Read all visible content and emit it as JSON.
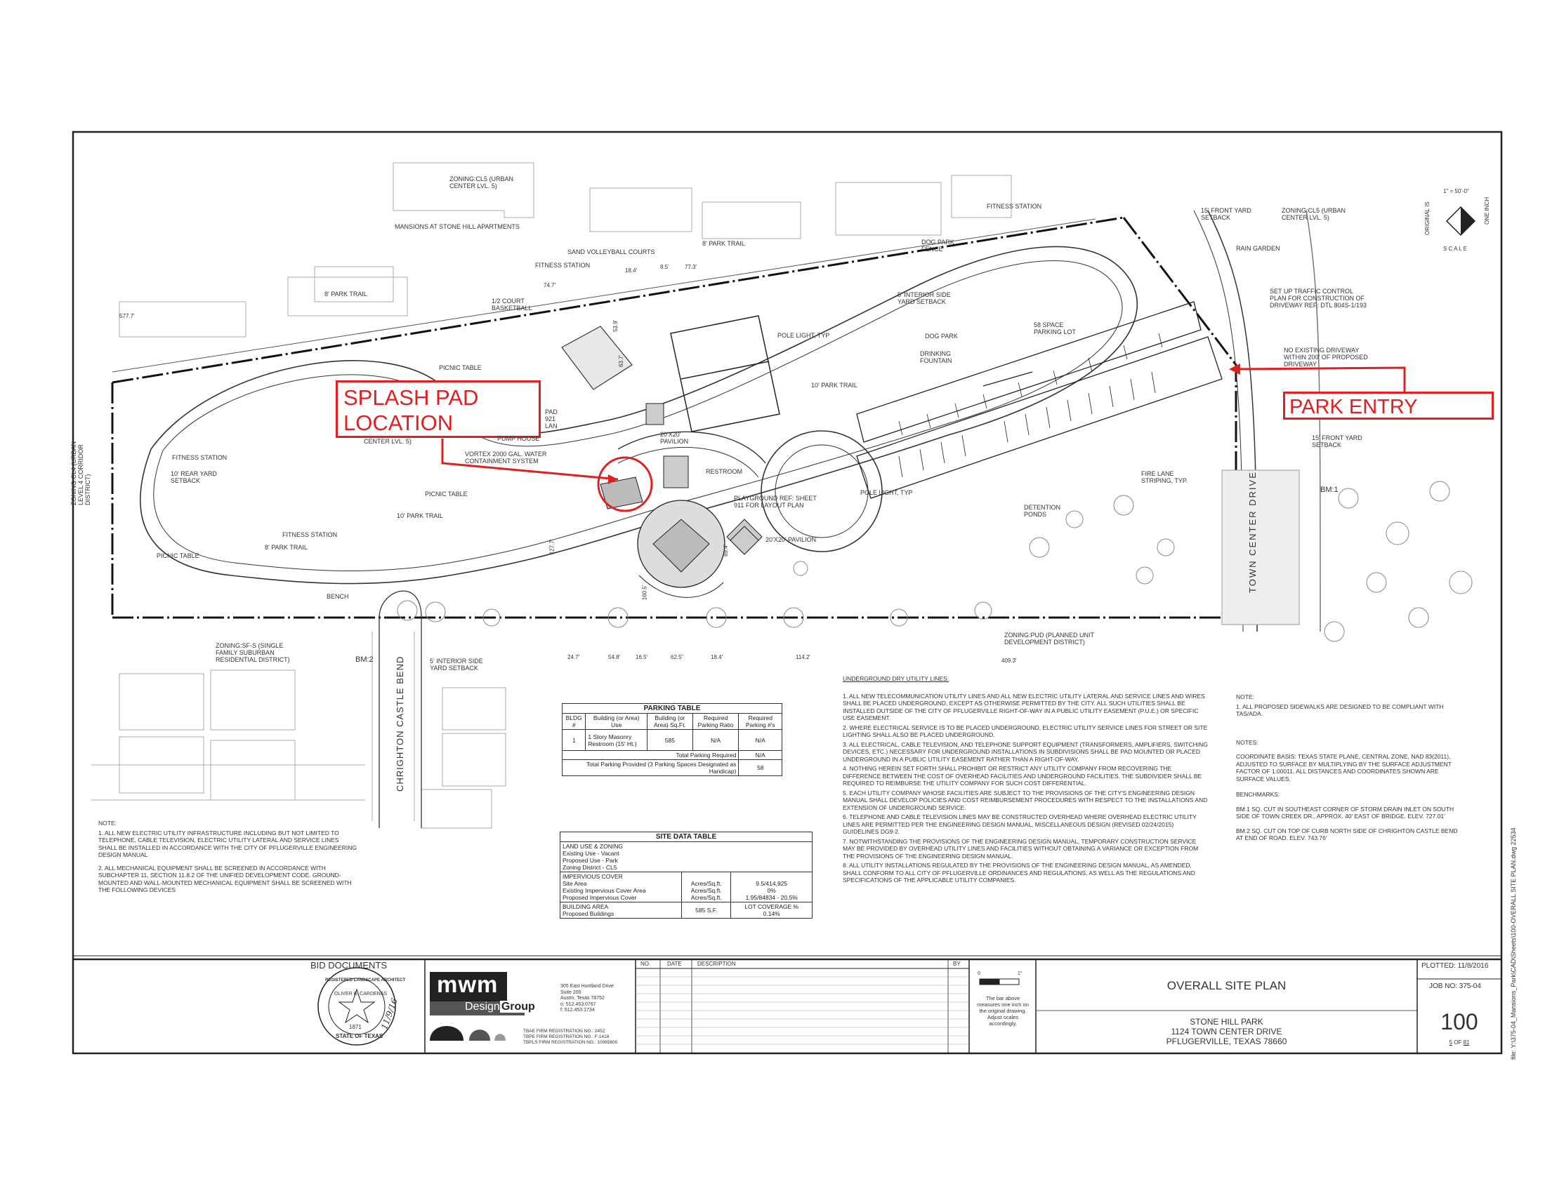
{
  "callouts": {
    "splash_pad_line1": "SPLASH PAD",
    "splash_pad_line2": "LOCATION",
    "park_entry": "PARK ENTRY"
  },
  "plan_labels": {
    "zoning_cl5_north": "ZONING:CL5 (URBAN CENTER LVL. 5)",
    "mansions": "MANSIONS AT STONE HILL APARTMENTS",
    "sand_volleyball": "SAND VOLLEYBALL COURTS",
    "fitness_station_1": "FITNESS STATION",
    "park_trail_8_top": "8' PARK TRAIL",
    "park_trail_8_left": "8' PARK TRAIL",
    "half_court": "1/2 COURT BASKETBALL",
    "fitness_station_top": "FITNESS STATION",
    "front_setback_top": "15' FRONT YARD SETBACK",
    "zoning_cl5_ne": "ZONING:CL5 (URBAN CENTER LVL. 5)",
    "dog_park_fence": "DOG PARK FENCE",
    "rain_garden": "RAIN GARDEN",
    "interior_setback_top": "5' INTERIOR SIDE YARD SETBACK",
    "traffic_control": "SET UP TRAFFIC CONTROL PLAN FOR CONSTRUCTION OF DRIVEWAY REF: DTL 804S-1/193",
    "pole_light_1": "POLE LIGHT, TYP",
    "dog_park": "DOG PARK",
    "parking_lot": "58 SPACE PARKING LOT",
    "drinking_fountain": "DRINKING FOUNTAIN",
    "no_driveway": "NO EXISTING DRIVEWAY WITHIN 200' OF PROPOSED DRIVEWAY",
    "picnic_table_1": "PICNIC TABLE",
    "park_trail_10_mid": "10' PARK TRAIL",
    "front_setback_right": "15' FRONT YARD SETBACK",
    "zoning_cl4": "ZONING:CL4 (URBAN LEVEL 4 CORRIDOR DISTRICT)",
    "fitness_station_left": "FITNESS STATION",
    "rear_setback": "10' REAR YARD SETBACK",
    "pad_ref": "PAD 921 LAN",
    "pump_house": "PUMP HOUSE",
    "center_lvl5": "CENTER LVL. 5)",
    "vortex": "VORTEX 2000 GAL. WATER CONTAINMENT SYSTEM",
    "pavilion_top": "20'x20' PAVILION",
    "restroom": "RESTROOM",
    "playground": "PLAYGROUND REF: SHEET 911 FOR LAYOUT PLAN",
    "pole_light_2": "POLE LIGHT, TYP",
    "fire_lane": "FIRE LANE STRIPING, TYP.",
    "bm1": "BM:1",
    "picnic_table_2": "PICNIC TABLE",
    "park_trail_10_left": "10' PARK TRAIL",
    "detention": "DETENTION PONDS",
    "pavilion_bottom": "20'x20' PAVILION",
    "fitness_station_bottom": "FITNESS STATION",
    "park_trail_8_bottom": "8' PARK TRAIL",
    "picnic_table_3": "PICNIC TABLE",
    "bench": "BENCH",
    "town_center_drive": "TOWN CENTER DRIVE",
    "zoning_sf": "ZONING:SF-S (SINGLE FAMILY SUBURBAN RESIDENTIAL DISTRICT)",
    "bm2": "BM:2",
    "interior_setback_bottom": "5' INTERIOR SIDE YARD SETBACK",
    "chrighton": "CHRIGHTON CASTLE BEND",
    "zoning_pud": "ZONING:PUD (PLANNED UNIT DEVELOPMENT DISTRICT)",
    "dim_1": "24.7'",
    "dim_2": "54.8'",
    "dim_3": "16.5'",
    "dim_4": "62.5'",
    "dim_5": "18.4'",
    "dim_6": "114.2'",
    "dim_7": "409.3'",
    "dim_8": "127.7'",
    "dim_9": "160.5'",
    "dim_10": "89.4'",
    "dim_11": "74.7'",
    "dim_12": "577.7'",
    "dim_13": "18.4'",
    "dim_14": "8.5'",
    "dim_15": "77.3'",
    "dim_16": "53.9'",
    "dim_17": "63.7'"
  },
  "north_arrow": {
    "scale_text": "1\" = 50'-0\"",
    "original_is": "ORIGINAL IS",
    "one_inch": "ONE INCH",
    "scale_word": "S C A L E"
  },
  "notes_left": {
    "heading": "NOTE:",
    "items": [
      "1.   ALL NEW ELECTRIC UTILITY INFRASTRUCTURE INCLUDING BUT NOT LIMITED TO TELEPHONE, CABLE TELEVISION, ELECTRIC UTILITY LATERAL AND SERVICE LINES SHALL BE INSTALLED IN ACCORDANCE WITH THE CITY OF PFLUGERVILLE ENGINEERING DESIGN MANUAL",
      "2.   ALL MECHANICAL EQUIPMENT SHALL BE SCREENED IN ACCORDANCE WITH SUBCHAPTER 11, SECTION 11.8.2 OF THE UNIFIED DEVELOPMENT CODE. GROUND-MOUNTED AND WALL-MOUNTED MECHANICAL EQUIPMENT SHALL BE SCREENED WITH THE FOLLOWING DEVICES"
    ]
  },
  "utility_notes": {
    "heading": "UNDERGROUND DRY UTILITY LINES:",
    "items": [
      "1.   ALL NEW TELECOMMUNICATION UTILITY LINES AND ALL NEW ELECTRIC UTILITY LATERAL AND SERVICE LINES AND WIRES SHALL BE PLACED UNDERGROUND, EXCEPT AS OTHERWISE PERMITTED BY THE CITY. ALL SUCH UTILITIES SHALL BE INSTALLED OUTSIDE OF THE CITY OF PFLUGERVILLE RIGHT-OF-WAY IN A PUBLIC UTILITY EASEMENT (P.U.E.) OR SPECIFIC USE EASEMENT.",
      "2.   WHERE ELECTRICAL SERVICE IS TO BE PLACED UNDERGROUND, ELECTRIC UTILITY SERVICE LINES FOR STREET OR SITE LIGHTING SHALL ALSO BE PLACED UNDERGROUND.",
      "3.   ALL ELECTRICAL, CABLE TELEVISION, AND TELEPHONE SUPPORT EQUIPMENT (TRANSFORMERS, AMPLIFIERS, SWITCHING DEVICES, ETC.) NECESSARY FOR UNDERGROUND INSTALLATIONS IN SUBDIVISIONS SHALL BE PAD MOUNTED OR PLACED UNDERGROUND IN A PUBLIC UTILITY EASEMENT RATHER THAN A RIGHT-OF-WAY.",
      "4.   NOTHING HEREIN SET FORTH SHALL PROHIBIT OR RESTRICT ANY UTILITY COMPANY FROM RECOVERING THE DIFFERENCE BETWEEN THE COST OF OVERHEAD FACILITIES AND UNDERGROUND FACILITIES. THE SUBDIVIDER SHALL BE REQUIRED TO REIMBURSE THE UTILITY COMPANY FOR SUCH COST DIFFERENTIAL.",
      "5.   EACH UTILITY COMPANY WHOSE FACILITIES ARE SUBJECT TO THE PROVISIONS OF THE CITY'S ENGINEERING DESIGN MANUAL SHALL DEVELOP POLICIES AND COST REIMBURSEMENT PROCEDURES WITH RESPECT TO THE INSTALLATIONS AND EXTENSION OF UNDERGROUND SERVICE.",
      "6.   TELEPHONE AND CABLE TELEVISION LINES MAY BE CONSTRUCTED OVERHEAD WHERE OVERHEAD ELECTRIC UTILITY LINES ARE PERMITTED PER THE ENGINEERING DESIGN MANUAL, MISCELLANEOUS DESIGN (REVISED 02/24/2015) GUIDELINES DG9-2.",
      "7.   NOTWITHSTANDING THE PROVISIONS OF THE ENGINEERING DESIGN MANUAL, TEMPORARY CONSTRUCTION SERVICE MAY BE PROVIDED BY OVERHEAD UTILITY LINES AND FACILITIES WITHOUT OBTAINING A VARIANCE OR EXCEPTION FROM THE PROVISIONS OF THE ENGINEERING DESIGN MANUAL.",
      "8.   ALL UTILITY INSTALLATIONS REGULATED BY THE PROVISIONS OF THE ENGINEERING DESIGN MANUAL, AS AMENDED, SHALL CONFORM TO ALL CITY OF PFLUGERVILLE ORDINANCES AND REGULATIONS, AS WELL AS THE REGULATIONS AND SPECIFICATIONS OF THE APPLICABLE UTILITY COMPANIES."
    ]
  },
  "notes_right": {
    "note_heading": "NOTE:",
    "note_1": "1. ALL PROPOSED SIDEWALKS ARE DESIGNED TO BE COMPLIANT WITH TAS/ADA.",
    "notes_heading": "NOTES:",
    "coordinate": "COORDINATE BASIS: TEXAS STATE PLANE, CENTRAL ZONE, NAD 83(2011), ADJUSTED TO SURFACE BY MULTIPLYING BY THE SURFACE ADJUSTMENT FACTOR OF 1.00011. ALL DISTANCES AND COORDINATES SHOWN ARE SURFACE VALUES.",
    "benchmarks_heading": "BENCHMARKS:",
    "bm1": "BM:1 SQ. CUT IN SOUTHEAST CORNER OF STORM DRAIN INLET ON SOUTH SIDE OF TOWN CREEK DR., APPROX. 40' EAST OF BRIDGE. ELEV. 727.01'",
    "bm2": "BM:2 SQ. CUT ON TOP OF CURB NORTH SIDE OF CHRIGHTON CASTLE BEND AT END OF ROAD. ELEV. 743.76'"
  },
  "parking_table": {
    "title": "PARKING TABLE",
    "headers": [
      "BLDG #",
      "Building (or Area) Use",
      "Building (or Area) Sq.Ft.",
      "Required Parking Ratio",
      "Required Parking #'s"
    ],
    "row": [
      "1",
      "1 Story Masonry Restroom (15' Ht.)",
      "585",
      "N/A",
      "N/A"
    ],
    "total_required_label": "Total Parking Required",
    "total_required_value": "N/A",
    "total_provided_label": "Total Parking Provided (3 Parking Spaces Designated as Handicap)",
    "total_provided_value": "58"
  },
  "site_table": {
    "title": "SITE DATA TABLE",
    "land_use_heading": "LAND USE & ZONING",
    "existing_use": "Existing Use - Vacant",
    "proposed_use": "Proposed Use - Park",
    "zoning_district": "Zoning District - CL5",
    "impervious_heading": "IMPERVIOUS COVER",
    "rows": [
      [
        "Site Area",
        "Acres/Sq.ft.",
        "9.5/414,925"
      ],
      [
        "Existing Impervious Cover Area",
        "Acres/Sq.ft.",
        "0%"
      ],
      [
        "Proposed Impervious Cover",
        "Acres/Sq.ft.",
        "1.95/84834 - 20.5%"
      ]
    ],
    "building_area": "BUILDING AREA",
    "proposed_buildings": "Proposed Buildings",
    "building_sf": "585 S.F.",
    "lot_coverage_label": "LOT COVERAGE %",
    "lot_coverage_value": "0.14%"
  },
  "title_block": {
    "bid_documents": "BID DOCUMENTS",
    "seal_line1": "REGISTERED LANDSCAPE ARCHITECT",
    "seal_line2": "STATE OF TEXAS",
    "seal_name": "OLIVER B. CARDENAS",
    "seal_number": "1871",
    "signature_date": "11/9/16",
    "firm_mwm": "mwm",
    "firm_design": "Design",
    "firm_group": "Group",
    "firm_address": [
      "305 East Huntland Drive",
      "Suite 200",
      "Austin, Texas 78752",
      "o: 512.453.0767",
      "f: 512.453.1734"
    ],
    "firm_registrations": [
      "TBAE FIRM REGISTRATION NO.: 2452",
      "TBPE FIRM REGISTRATION NO.: F-1416",
      "TBPLS FIRM REGISTRATION NO.: 10065600"
    ],
    "rev_headers": [
      "NO.",
      "DATE",
      "DESCRIPTION",
      "BY"
    ],
    "scale_zero": "0",
    "scale_one": "1\"",
    "scale_note": "The bar above measures one inch on the original drawing. Adjust scales accordingly.",
    "sheet_title": "OVERALL SITE PLAN",
    "project_name": "STONE HILL PARK",
    "project_address": "1124 TOWN CENTER DRIVE",
    "project_city": "PFLUGERVILLE, TEXAS 78660",
    "plotted": "PLOTTED: 11/8/2016",
    "job_no": "JOB NO: 375-04",
    "sheet_number": "100",
    "sheet_index": "5",
    "sheet_of": "OF",
    "sheet_total": "81",
    "file_path": "file: Y:\\375-04_Mansions_Park\\CAD\\Sheets\\100-OVERALL SITE PLAN.dwg 22534"
  }
}
